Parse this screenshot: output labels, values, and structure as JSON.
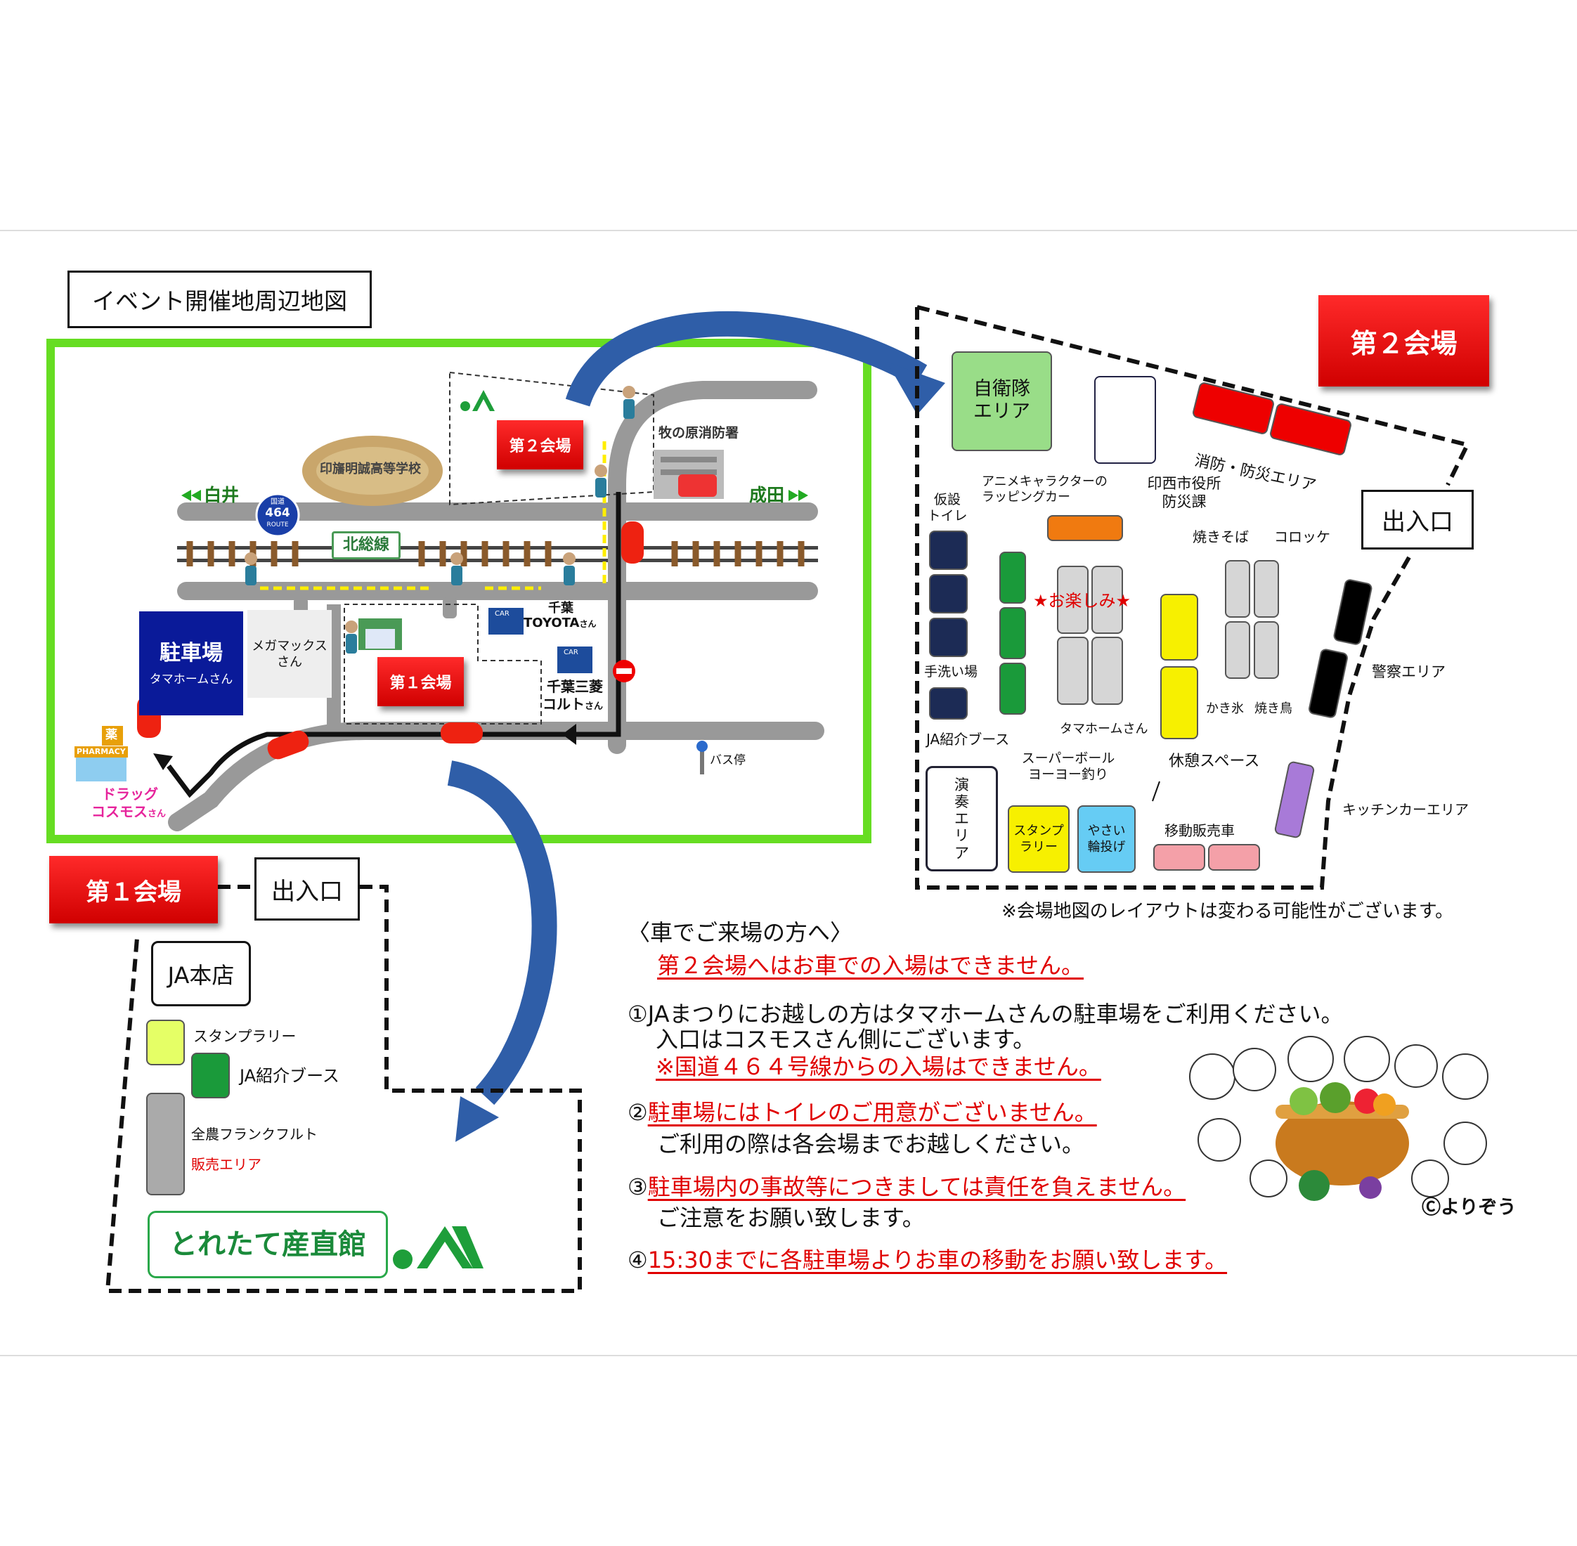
{
  "title": "イベント開催地周辺地図",
  "area_map": {
    "school": "印旛明誠高等学校",
    "fire_station": "牧の原消防署",
    "shirai": "白井",
    "narita": "成田",
    "route_top": "国道",
    "route_number": "464",
    "route_bottom": "ROUTE",
    "rail_line": "北総線",
    "venue2": "第２会場",
    "venue1": "第１会場",
    "parking": "駐車場",
    "parking_sub": "タマホームさん",
    "megamax": "メガマックス\nさん",
    "toyota_1": "千葉",
    "toyota_2": "TOYOTA",
    "toyota_san": "さん",
    "mitsubishi_1": "千葉三菱",
    "mitsubishi_2": "コルト",
    "mitsubishi_san": "さん",
    "bus_stop": "バス停",
    "drug_1": "ドラッグ",
    "drug_2": "コスモス",
    "drug_san": "さん",
    "pharmacy": "PHARMACY",
    "kusuri": "薬",
    "car": "CAR"
  },
  "venue1": {
    "label": "第１会場",
    "entrance": "出入口",
    "ja_honten": "JA本店",
    "stamp_rally": "スタンプラリー",
    "ja_booth": "JA紹介ブース",
    "frankfurt_1": "全農フランクフルト",
    "frankfurt_2": "販売エリア",
    "sanchokukan": "とれたて産直館"
  },
  "venue2": {
    "label": "第２会場",
    "entrance": "出入口",
    "jieitai": "自衛隊\nエリア",
    "city_hall_1": "印西市役所",
    "city_hall_2": "防災課",
    "fire_area": "消防・防災エリア",
    "anime_car": "アニメキャラクターの\nラッピングカー",
    "kasetsu": "仮設\nトイレ",
    "tearai": "手洗い場",
    "yakisoba": "焼きそば",
    "croquette": "コロッケ",
    "otanoshimi": "★お楽しみ★",
    "kakigori": "かき氷",
    "yakitori": "焼き鳥",
    "police": "警察エリア",
    "ja_booth": "JA紹介ブース",
    "tamahome": "タマホームさん",
    "superball": "スーパーボール\nヨーヨー釣り",
    "rest": "休憩スペース",
    "kitchen": "キッチンカーエリア",
    "ensou": "演\n奏\nエ\nリ\nア",
    "stamp": "スタンプ\nラリー",
    "yasai": "やさい\n輪投げ",
    "mobile": "移動販売車",
    "layout_note": "※会場地図のレイアウトは変わる可能性がございます。"
  },
  "notes": {
    "heading": "〈車でご来場の方へ〉",
    "no_car_v2": "第２会場へはお車での入場はできません。",
    "n1_a": "①JAまつりにお越しの方はタマホームさんの駐車場をご利用ください。",
    "n1_b": "入口はコスモスさん側にございます。",
    "n1_c": "※国道４６４号線からの入場はできません。",
    "n2_num": "②",
    "n2_a": "駐車場にはトイレのご用意がございません。",
    "n2_b": "ご利用の際は各会場までお越しください。",
    "n3_num": "③",
    "n3_a": "駐車場内の事故等につきましては責任を負えません。",
    "n3_b": "ご注意をお願い致します。",
    "n4_num": "④",
    "n4_a": "15:30までに各駐車場よりお車の移動をお願い致します。"
  },
  "credit": "Ⓒよりぞう",
  "colors": {
    "map_border": "#66dd22",
    "venue_red": "#e00000",
    "parking_blue": "#0a1a99",
    "ja_green": "#1e9e3a",
    "arrow_blue": "#2f5ea8"
  }
}
